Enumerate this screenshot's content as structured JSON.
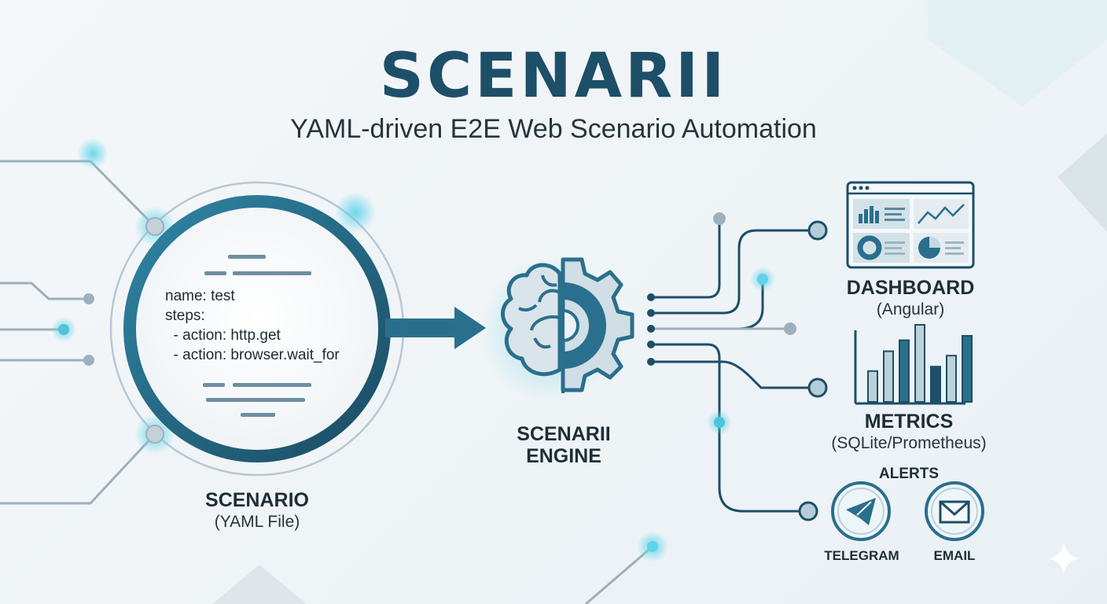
{
  "title": "SCENARII",
  "subtitle": "YAML-driven E2E Web Scenario Automation",
  "scenario": {
    "code_lines": [
      "name: test",
      "steps:",
      "  - action: http.get",
      "  - action: browser.wait_for"
    ],
    "label": "SCENARIO",
    "sublabel": "(YAML File)"
  },
  "engine": {
    "label_line1": "SCENARII",
    "label_line2": "ENGINE"
  },
  "dashboard": {
    "label": "DASHBOARD",
    "sublabel": "(Angular)"
  },
  "metrics": {
    "label": "METRICS",
    "sublabel": "(SQLite/Prometheus)",
    "bar_levels": [
      0.28,
      0.46,
      0.56,
      0.7,
      0.32,
      0.42,
      0.6
    ]
  },
  "alerts": {
    "label": "ALERTS",
    "telegram_label": "TELEGRAM",
    "email_label": "EMAIL"
  },
  "icons": {
    "brain": "brain-icon",
    "gear": "gear-icon",
    "telegram": "paper-plane-icon",
    "email": "envelope-icon",
    "sparkle": "sparkle-icon"
  },
  "colors": {
    "primary": "#1d4f68",
    "accent": "#2a7d9b",
    "glow": "#5fd3e8",
    "line": "#9db0bc"
  }
}
